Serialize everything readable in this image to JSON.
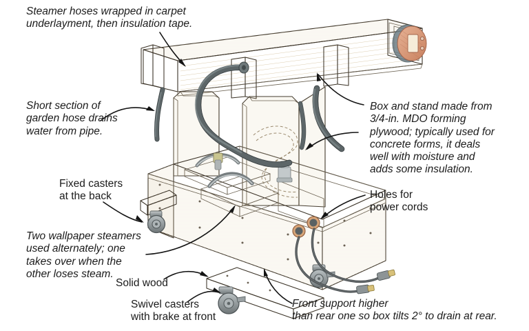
{
  "figure": {
    "kind": "technical-illustration",
    "subject": "Shop-built pipe steamer box on a rolling stand",
    "background_color": "#ffffff"
  },
  "palette": {
    "wood_light": "#f3e8d4",
    "wood_plywood": "#f0e0bd",
    "wood_edge": "#e2cfa9",
    "wood_solid": "#e9d9b6",
    "metal_gray": "#8d9496",
    "hose_gray": "#5d6668",
    "cap_copper": "#d79878",
    "ink": "#1b1b1b",
    "hidden_line": "#9a8a6e"
  },
  "callouts": [
    {
      "id": "steamer-hoses",
      "style": "italic",
      "lines": [
        "Steamer hoses wrapped in carpet",
        "underlayment, then insulation tape."
      ]
    },
    {
      "id": "garden-hose-drain",
      "style": "italic",
      "lines": [
        "Short section of",
        "garden hose drains",
        "water from pipe."
      ]
    },
    {
      "id": "fixed-casters",
      "style": "upright",
      "lines": [
        "Fixed casters",
        "at the back"
      ]
    },
    {
      "id": "two-steamers",
      "style": "italic",
      "lines": [
        "Two wallpaper steamers",
        "used alternately; one",
        "takes over when the",
        "other loses steam."
      ]
    },
    {
      "id": "solid-wood",
      "style": "upright",
      "lines": [
        "Solid wood"
      ]
    },
    {
      "id": "swivel-casters",
      "style": "upright",
      "lines": [
        "Swivel casters",
        "with brake at front"
      ]
    },
    {
      "id": "box-and-stand",
      "style": "italic",
      "lines": [
        "Box and stand made from",
        "3/4-in. MDO forming",
        "plywood; typically used for",
        "concrete forms, it deals",
        "well with moisture and",
        "adds some insulation."
      ]
    },
    {
      "id": "holes-for-cords",
      "style": "upright",
      "lines": [
        "Holes for",
        "power cords"
      ]
    },
    {
      "id": "front-support",
      "style": "italic",
      "lines": [
        "Front support higher",
        "than rear one so box tilts 2° to drain at rear."
      ]
    }
  ],
  "parts": [
    {
      "id": "steam-box",
      "label": "steam box beam"
    },
    {
      "id": "end-cap",
      "label": "end cap with fitting"
    },
    {
      "id": "left-post",
      "label": "left plywood post"
    },
    {
      "id": "right-post",
      "label": "right plywood post"
    },
    {
      "id": "lower-box",
      "label": "lower plywood box"
    },
    {
      "id": "wallpaper-steamer-front",
      "label": "front wallpaper steamer"
    },
    {
      "id": "wallpaper-steamer-rear",
      "label": "rear wallpaper steamer"
    },
    {
      "id": "cord-hole-left",
      "label": "left cord hole"
    },
    {
      "id": "cord-hole-right",
      "label": "right cord hole"
    },
    {
      "id": "caster-rear",
      "label": "fixed caster at back"
    },
    {
      "id": "caster-front",
      "label": "swivel caster with brake"
    },
    {
      "id": "power-cord-a",
      "label": "power cord A"
    },
    {
      "id": "power-cord-b",
      "label": "power cord B"
    },
    {
      "id": "drain-hose",
      "label": "garden hose drain"
    }
  ]
}
